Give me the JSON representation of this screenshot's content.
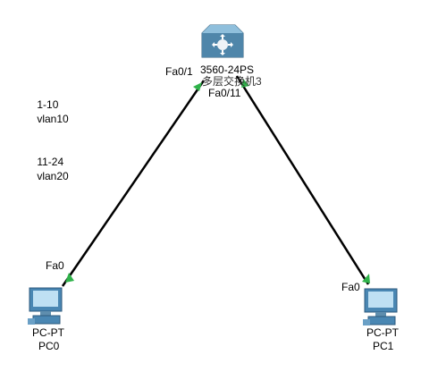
{
  "devices": {
    "switch": {
      "model_label": "3560-24PS",
      "hostname_label": "多层交换机3",
      "icon": "multilayer-switch-icon",
      "color": "#6a9fbf"
    },
    "pc0": {
      "type_label": "PC-PT",
      "name_label": "PC0",
      "icon": "pc-icon"
    },
    "pc1": {
      "type_label": "PC-PT",
      "name_label": "PC1",
      "icon": "pc-icon"
    }
  },
  "links": [
    {
      "from": "switch",
      "to": "pc0",
      "from_port": "Fa0/1",
      "to_port": "Fa0"
    },
    {
      "from": "switch",
      "to": "pc1",
      "from_port": "Fa0/11",
      "to_port": "Fa0"
    }
  ],
  "vlan_note": {
    "rows": [
      {
        "range": "1-10",
        "vlan": "vlan10"
      },
      {
        "range": "11-24",
        "vlan": "vlan20"
      }
    ]
  },
  "colors": {
    "link": "#000000",
    "port_up": "#2fb34a"
  }
}
